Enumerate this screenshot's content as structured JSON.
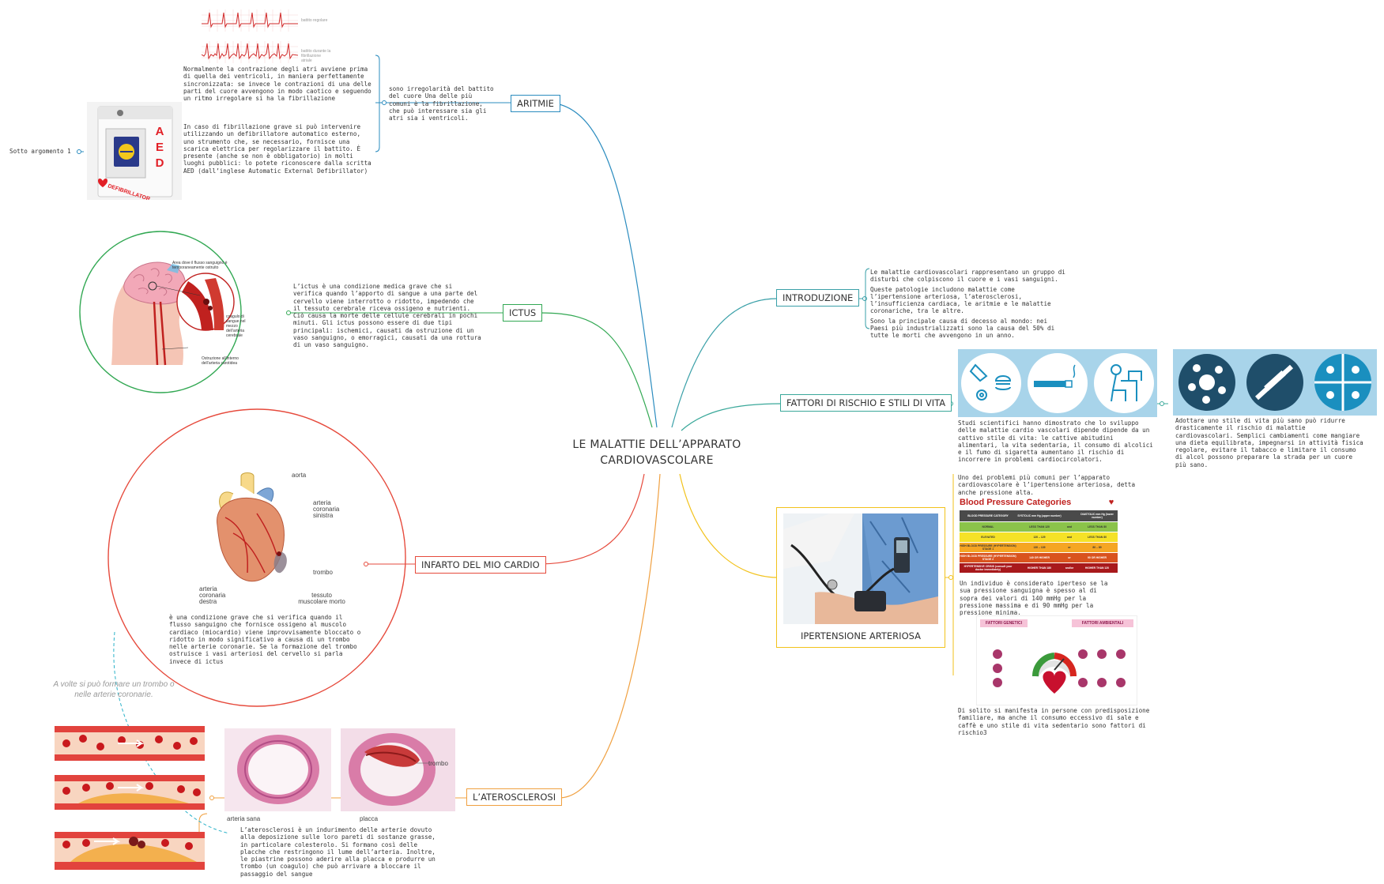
{
  "center_title": [
    "LE MALATTIE DELL’APPARATO",
    "CARDIOVASCOLARE"
  ],
  "colors": {
    "aritmie": "#2b8cbf",
    "introduzione": "#3aa0a8",
    "fattori": "#3aa89a",
    "ipertensione": "#f2c21b",
    "ictus": "#32a853",
    "infarto": "#e64a3c",
    "aterosclerosi": "#f0a040"
  },
  "topics": {
    "aritmie": "ARITMIE",
    "ictus": "ICTUS",
    "infarto": "INFARTO DEL MIO CARDIO",
    "aterosclerosi": "L’ATEROSCLEROSI",
    "introduzione": "INTRODUZIONE",
    "fattori": "FATTORI DI RISCHIO E STILI DI VITA",
    "ipertensione": "IPERTENSIONE ARTERIOSA"
  },
  "aritmie": {
    "ecg_label_1": "battito regolare",
    "ecg_label_2": "battito durante la fibrillazione atriale",
    "note_main": "sono irregolarità del battito del cuore  Una delle più comuni è la fibrillazione, che può interessare sia gli atri sia i ventricoli.",
    "note_contraction": " Normalmente la contrazione degli atri avviene prima di quella dei ventricoli, in maniera perfettamente sincronizzata: se invece le contrazioni di una delle parti del cuore avvengono in modo caotico e seguendo un ritmo irregolare si ha la fibrillazione",
    "note_aed": "In caso di fibrillazione grave si può intervenire utilizzando un defibrillatore automatico esterno, uno strumento che, se necessario, fornisce una scarica elettrica per regolarizzare il battito. È presente (anche se non è obbligatorio) in molti luoghi pubblici: lo potete riconoscere dalla scritta AED (dall’inglese Automatic External Defibrillator)",
    "sub_topic": "Sotto argomento 1",
    "aed_letters": "AED",
    "aed_word": "DEFIBRILLATOR"
  },
  "ictus": {
    "note": "L’ictus è una condizione medica grave che si verifica quando l’apporto di sangue a una parte del cervello viene interrotto o ridotto, impedendo che il tessuto cerebrale riceva ossigeno e nutrienti. Ciò causa la morte delle cellule cerebrali in pochi minuti. Gli ictus possono essere di due tipi principali: ischemici, causati da ostruzione di un vaso sanguigno, o emorragici, causati da una rottura di un vaso sanguigno.",
    "label_area": "Area dove il flusso sanguigno è temporaneamente ostruito",
    "label_clot": "coagulo di sangue nel mezzo dell’arteria cerebrale",
    "label_block": "Ostruzione all’interno dell’arteria carotidea"
  },
  "infarto": {
    "label_aorta": "aorta",
    "label_left": "arteria coronaria sinistra",
    "label_trombo": "trombo",
    "label_right": "arteria coronaria destra",
    "label_tissue": "tessuto muscolare morto",
    "note": "è una condizione  grave che si verifica quando il flusso sanguigno che fornisce ossigeno al muscolo cardiaco (miocardio) viene improvvisamente bloccato o ridotto in modo significativo  a causa di un trombo nelle arterie coronarie. Se la formazione del trombo ostruisce i vasi arteriosi del cervello si parla invece di ictus",
    "floating_note": "A volte si può formare un trombo o nelle arterie coronarie."
  },
  "aterosclerosi": {
    "label_sana": "arteria sana",
    "label_placca": "placca",
    "label_trombo": "trombo",
    "note": "L’aterosclerosi è un indurimento delle arterie dovuto alla deposizione sulle loro pareti di sostanze grasse, in particolare colesterolo. Si formano così delle placche che restringono il lume dell’arteria. Inoltre, le piastrine possono aderire alla placca e produrre un trombo (un coagulo) che può arrivare a bloccare il passaggio del sangue"
  },
  "introduzione": {
    "p1": "Le malattie cardiovascolari rappresentano un gruppo di disturbi che colpiscono il cuore e i vasi sanguigni.",
    "p2": "Queste patologie includono malattie come l’ipertensione arteriosa, l’aterosclerosi, l’insufficienza cardiaca, le aritmie e le malattie coronariche, tra le altre.",
    "p3": "Sono la principale causa di decesso al mondo: nei Paesi più industrializzati sono la causa del 50% di tutte le morti che avvengono in un anno."
  },
  "fattori": {
    "note_left": "Studi scientifici hanno dimostrato che lo sviluppo delle malattie cardio vascolari dipende dipende da un cattivo stile di vita: le cattive abitudini alimentari, la vita sedentaria, il consumo di alcolici e il fumo di sigaretta aumentano il rischio di incorrere in problemi cardiocircolatori.",
    "note_right": "Adottare uno stile di vita più sano può ridurre drasticamente il rischio di malattie cardiovascolari. Semplici cambiamenti come mangiare una dieta equilibrata, impegnarsi in attività fisica regolare, evitare il tabacco e limitare il consumo di alcol possono preparare la strada per un cuore più sano."
  },
  "ipertensione": {
    "note_top": "Uno dei problemi più comuni per l’apparato cardiovascolare è l’ipertensione arteriosa, detta anche pressione alta.",
    "bp_title": "Blood Pressure Categories",
    "bp_headers": [
      "BLOOD PRESSURE CATEGORY",
      "SYSTOLIC mm Hg (upper number)",
      "",
      "DIASTOLIC mm Hg (lower number)"
    ],
    "bp_rows": [
      [
        "NORMAL",
        "LESS THAN 120",
        "and",
        "LESS THAN 80"
      ],
      [
        "ELEVATED",
        "120 – 129",
        "and",
        "LESS THAN 80"
      ],
      [
        "HIGH BLOOD PRESSURE (HYPERTENSION) STAGE 1",
        "130 – 139",
        "or",
        "80 – 89"
      ],
      [
        "HIGH BLOOD PRESSURE (HYPERTENSION) STAGE 2",
        "140 OR HIGHER",
        "or",
        "90 OR HIGHER"
      ],
      [
        "HYPERTENSIVE CRISIS (consult your doctor immediately)",
        "HIGHER THAN 180",
        "and/or",
        "HIGHER THAN 120"
      ]
    ],
    "bp_row_colors": [
      "#8bc34a",
      "#f5e227",
      "#f5a623",
      "#d9531e",
      "#a8191c"
    ],
    "note_mid": " Un individuo è considerato iperteso se la sua pressione sanguigna è spesso al di sopra dei valori di 140 mmHg per la pressione massima e di 90 mmHg per la pressione minima.",
    "genetic_title": "FATTORI GENETICI",
    "env_title": "FATTORI AMBIENTALI",
    "note_bottom": "Di solito si manifesta in persone con predisposizione familiare, ma anche il consumo eccessivo di sale e caffè e uno stile di vita sedentario sono fattori di rischio3"
  }
}
